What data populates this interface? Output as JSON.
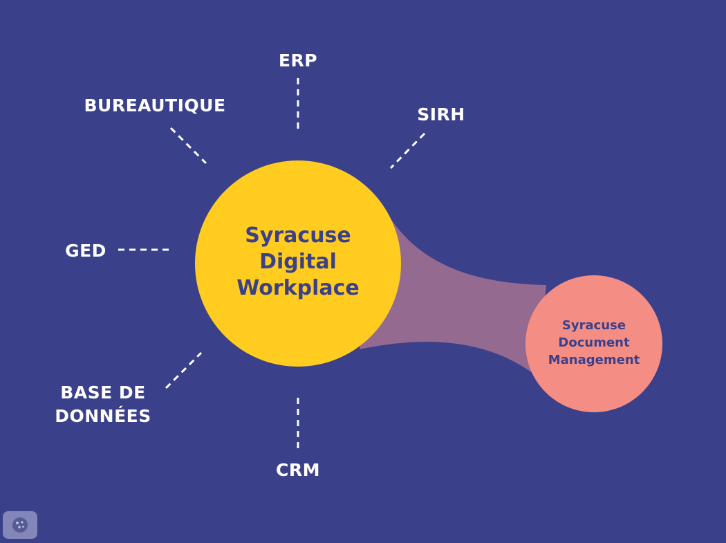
{
  "colors": {
    "background": "#3a408a",
    "hub": "#ffcc1f",
    "satellite": "#f48e85",
    "bridge": "#956a91",
    "text_light": "#ffffff",
    "text_dark": "#3a408a"
  },
  "hub": {
    "lines": [
      "Syracuse",
      "Digital",
      "Workplace"
    ]
  },
  "module": {
    "lines": [
      "Syracuse",
      "Document",
      "Management"
    ]
  },
  "satellites": {
    "erp": "ERP",
    "bureautique": "BUREAUTIQUE",
    "sirh": "SIRH",
    "ged": "GED",
    "base_line1": "BASE DE",
    "base_line2": "DONNÉES",
    "crm": "CRM"
  },
  "cookie_icon": "cookie-icon"
}
